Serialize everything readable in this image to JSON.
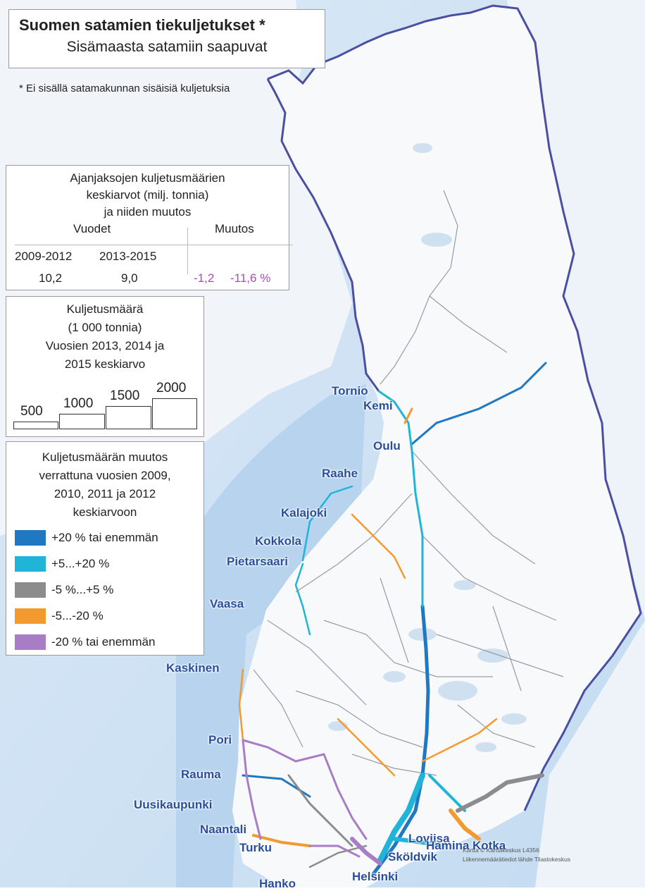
{
  "title": "Suomen satamien tiekuljetukset *",
  "subtitle": "Sisämaasta satamiin saapuvat",
  "footnote": "* Ei sisällä satamakunnan sisäisiä kuljetuksia",
  "averages": {
    "heading_1": "Ajanjaksojen kuljetusmäärien",
    "heading_2": "keskiarvot (milj. tonnia)",
    "heading_3": "ja niiden muutos",
    "years_label": "Vuodet",
    "change_label": "Muutos",
    "period_1": "2009-2012",
    "period_2": "2013-2015",
    "value_1": "10,2",
    "value_2": "9,0",
    "change_abs": "-1,2",
    "change_pct": "-11,6 %",
    "change_color": "#a64fb0"
  },
  "amount_legend": {
    "heading_1": "Kuljetusmäärä",
    "heading_2": "(1 000 tonnia)",
    "heading_3": "Vuosien 2013, 2014 ja",
    "heading_4": "2015 keskiarvo",
    "sizes": [
      {
        "label": "500",
        "value": 500
      },
      {
        "label": "1000",
        "value": 1000
      },
      {
        "label": "1500",
        "value": 1500
      },
      {
        "label": "2000",
        "value": 2000
      }
    ]
  },
  "change_legend": {
    "heading_1": "Kuljetusmäärän muutos",
    "heading_2": "verrattuna vuosien 2009,",
    "heading_3": "2010, 2011 ja 2012",
    "heading_4": "keskiarvoon",
    "items": [
      {
        "label": "+20 % tai enemmän",
        "color": "#1f78c1"
      },
      {
        "label": "+5...+20 %",
        "color": "#1fb4d8"
      },
      {
        "label": "-5 %...+5 %",
        "color": "#8c8c8c"
      },
      {
        "label": "-5...-20 %",
        "color": "#f39a2e"
      },
      {
        "label": "-20 % tai enemmän",
        "color": "#a97cc6"
      }
    ]
  },
  "cities": [
    "Tornio",
    "Kemi",
    "Oulu",
    "Raahe",
    "Kalajoki",
    "Kokkola",
    "Pietarsaari",
    "Vaasa",
    "Kaskinen",
    "Pori",
    "Rauma",
    "Uusikaupunki",
    "Naantali",
    "Turku",
    "Hanko",
    "Helsinki",
    "Sköldvik",
    "Loviisa",
    "Hamina",
    "Kotka"
  ],
  "credit_1": "Kartta © Karttakeskus L4356",
  "credit_2": "Liikennemäärätiedot lähde Tilastokeskus"
}
